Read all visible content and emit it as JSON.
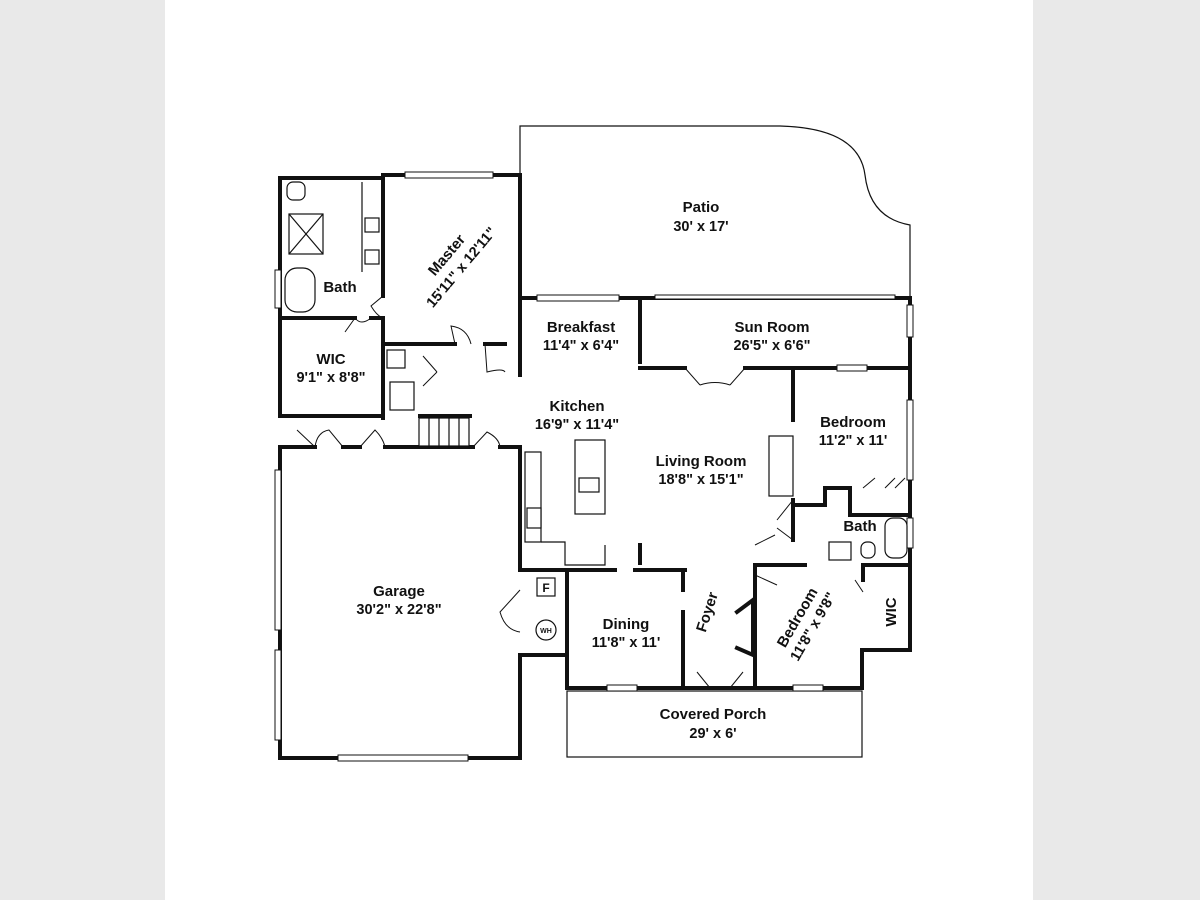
{
  "rooms": {
    "patio": {
      "name": "Patio",
      "dims": "30' x 17'"
    },
    "master": {
      "name": "Master",
      "dims": "15'11\" x 12'11\""
    },
    "bath_master": {
      "name": "Bath"
    },
    "wic_master": {
      "name": "WIC",
      "dims": "9'1\" x 8'8\""
    },
    "breakfast": {
      "name": "Breakfast",
      "dims": "11'4\" x 6'4\""
    },
    "sun_room": {
      "name": "Sun Room",
      "dims": "26'5\" x 6'6\""
    },
    "kitchen": {
      "name": "Kitchen",
      "dims": "16'9\" x 11'4\""
    },
    "bedroom_1": {
      "name": "Bedroom",
      "dims": "11'2\" x 11'"
    },
    "living_room": {
      "name": "Living Room",
      "dims": "18'8\" x 15'1\""
    },
    "bath_2": {
      "name": "Bath"
    },
    "garage": {
      "name": "Garage",
      "dims": "30'2\" x 22'8\""
    },
    "dining": {
      "name": "Dining",
      "dims": "11'8\" x 11'"
    },
    "foyer": {
      "name": "Foyer"
    },
    "bedroom_2": {
      "name": "Bedroom",
      "dims": "11'8\" x 9'8\""
    },
    "wic_2": {
      "name": "WIC"
    },
    "covered_porch": {
      "name": "Covered Porch",
      "dims": "29' x 6'"
    }
  },
  "symbols": {
    "furnace": "F",
    "water_heater": "WH"
  }
}
